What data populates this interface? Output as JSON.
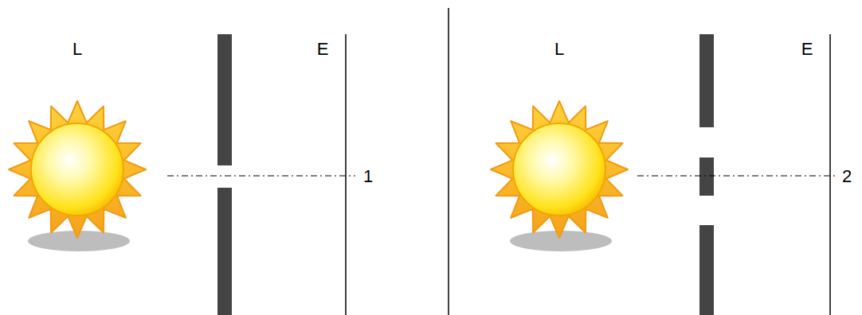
{
  "diagram": {
    "labels": [
      "L",
      "E",
      "1",
      "L",
      "E",
      "2"
    ]
  }
}
